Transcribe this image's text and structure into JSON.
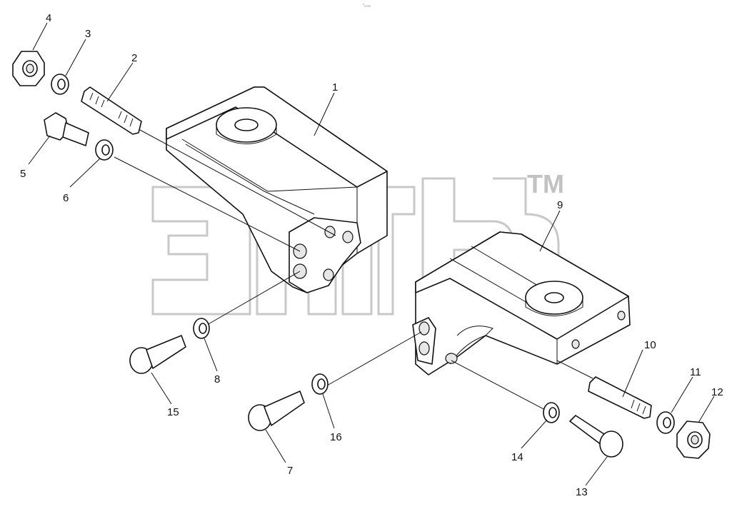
{
  "diagram": {
    "header_mark": "°ₐ ₒₒₒ",
    "watermark": {
      "text": "эмсб",
      "trademark": "TM"
    },
    "part_numbers": {
      "p1": "1",
      "p2": "2",
      "p3": "3",
      "p4": "4",
      "p5": "5",
      "p6": "6",
      "p7": "7",
      "p8": "8",
      "p9": "9",
      "p10": "10",
      "p11": "11",
      "p12": "12",
      "p13": "13",
      "p14": "14",
      "p15": "15",
      "p16": "16"
    }
  }
}
